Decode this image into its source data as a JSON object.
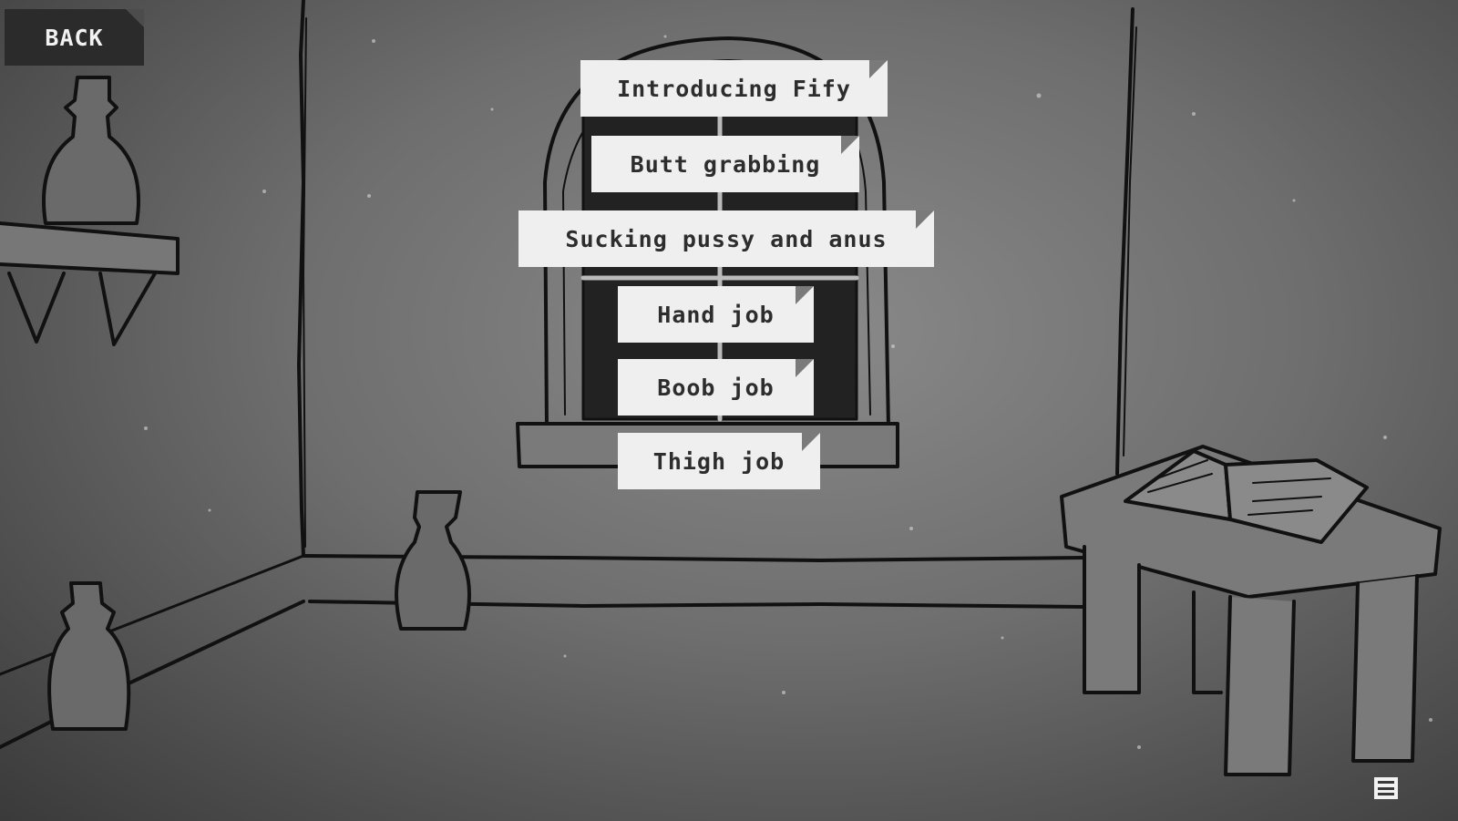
{
  "back_button": {
    "label": "BACK"
  },
  "scene_menu": {
    "items": [
      {
        "label": "Introducing Fify"
      },
      {
        "label": "Butt grabbing"
      },
      {
        "label": "Sucking pussy and anus"
      },
      {
        "label": "Hand job"
      },
      {
        "label": "Boob job"
      },
      {
        "label": "Thigh job"
      }
    ]
  },
  "quick_menu": {
    "icon": "menu-lines-icon"
  },
  "colors": {
    "button_bg": "#efefef",
    "button_text": "#2d2d2d",
    "back_bg": "#2b2b2b",
    "back_text": "#f2f2f2"
  }
}
